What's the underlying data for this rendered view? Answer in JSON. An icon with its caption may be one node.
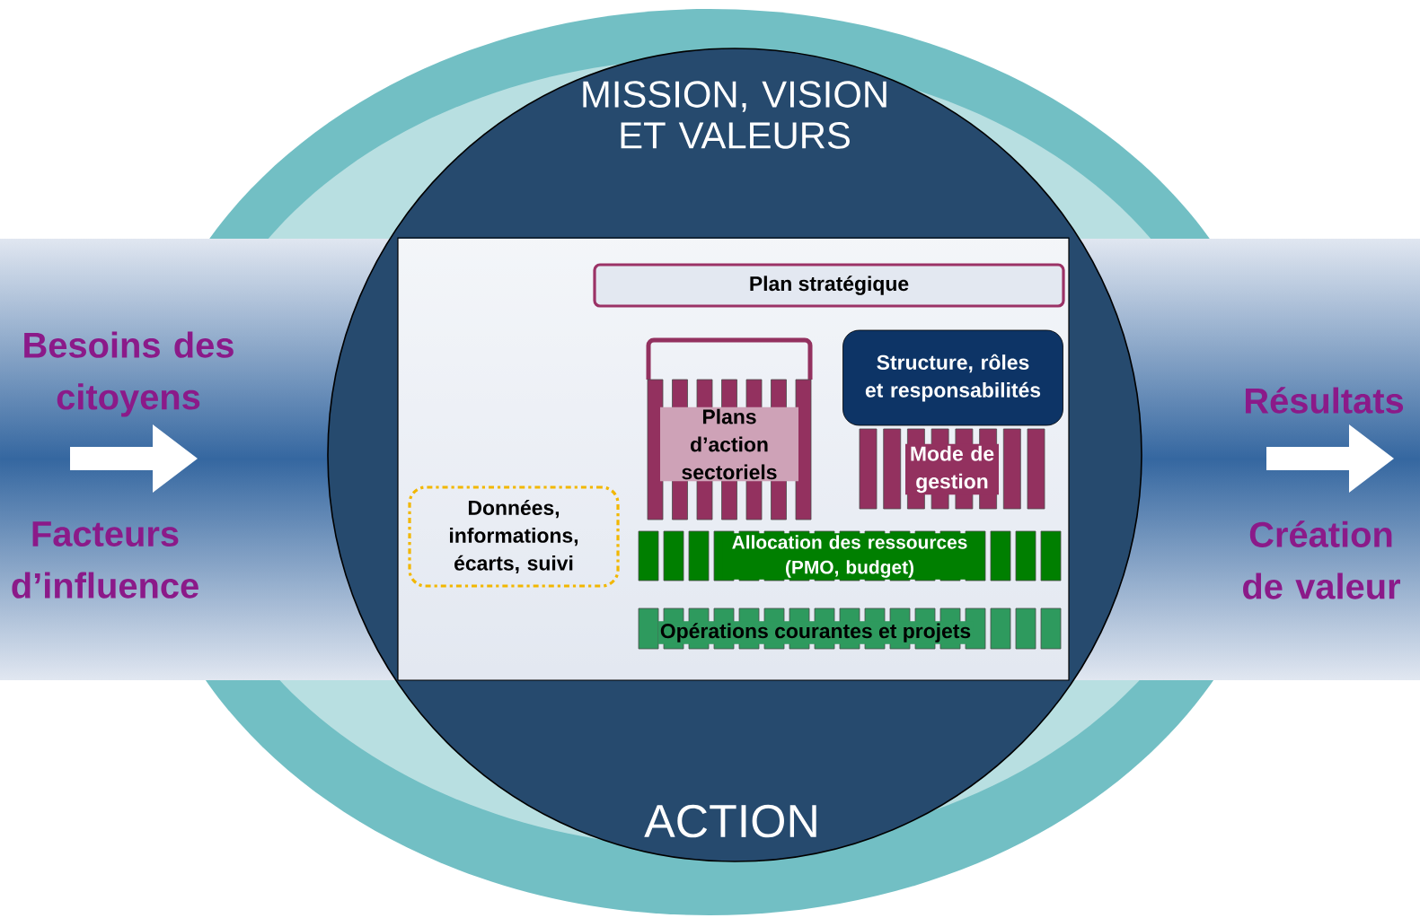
{
  "diagram": {
    "nodes": [
      {
        "text": [
          "MISSION, VISION ET VALEURS",
          "ACTION"
        ]
      },
      {
        "text": [
          "Plan stratégique"
        ],
        "in": 0
      },
      {
        "text": [
          "Plans d’action sectoriels"
        ],
        "in": 0
      },
      {
        "text": [
          "Structure, rôles et responsabilités"
        ],
        "in": 0
      },
      {
        "text": [
          "Mode de gestion"
        ],
        "in": 0
      },
      {
        "text": [
          "Données, informations, écarts, suivi"
        ],
        "in": 0
      },
      {
        "text": [
          "Allocation des ressources (PMO, budget)"
        ],
        "in": 0
      },
      {
        "text": [
          "Opérations courantes et projets"
        ],
        "in": 0
      }
    ],
    "labels": [
      "Besoins des citoyens",
      "Facteurs d’influence",
      "Résultats",
      "Création de valeur"
    ]
  }
}
